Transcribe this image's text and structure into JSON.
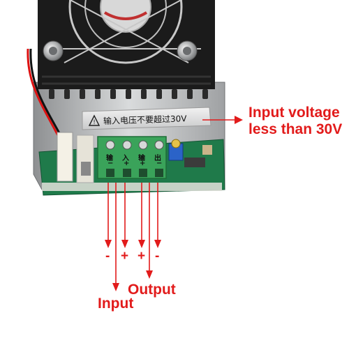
{
  "warning_plate_text": "输入电压不要超过30V",
  "input_voltage_callout": {
    "line1": "Input voltage",
    "line2": "less than 30V"
  },
  "terminal_labels": {
    "input_chars": [
      "输",
      "入"
    ],
    "output_chars": [
      "输",
      "出"
    ],
    "polarity_marks": [
      "−",
      "+",
      "+",
      "−"
    ]
  },
  "pin_polarity_labels": [
    "-",
    "+",
    "+",
    "-"
  ],
  "output_label": "Output",
  "input_label": "Input",
  "colors": {
    "annotation_red": "#e21b1b",
    "terminal_green": "#3aa35a",
    "pcb_green": "#1f7a4a",
    "heatsink_black": "#1b1b1b"
  }
}
